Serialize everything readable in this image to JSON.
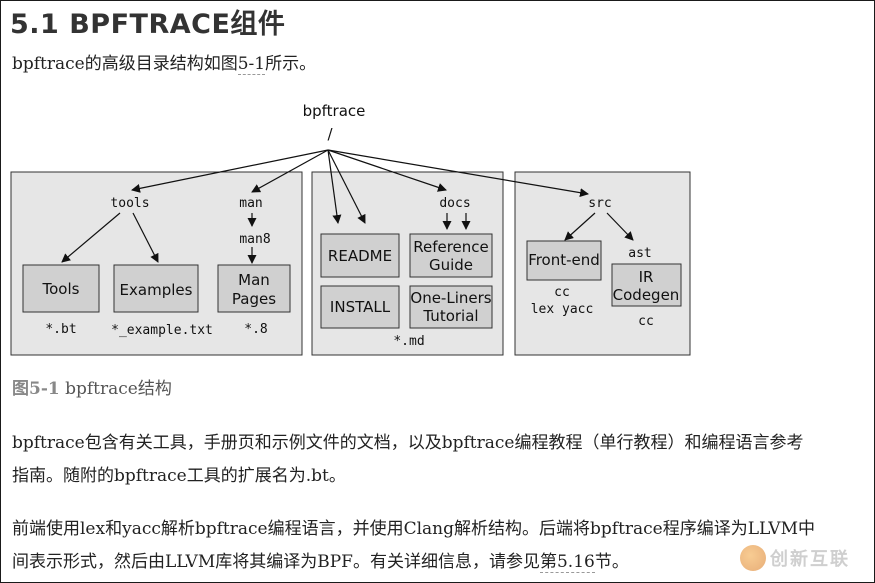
{
  "heading": "5.1 BPFTRACE组件",
  "intro": {
    "before": "bpftrace的高级目录结构如图",
    "ref": "5-1",
    "after": "所示。"
  },
  "diagram": {
    "root": "bpftrace",
    "root_slash": "/",
    "dirs": {
      "tools": "tools",
      "man": "man",
      "man8": "man8",
      "docs": "docs",
      "src": "src",
      "ast": "ast"
    },
    "boxes": {
      "tools": "Tools",
      "examples": "Examples",
      "man_pages_1": "Man",
      "man_pages_2": "Pages",
      "readme": "README",
      "install": "INSTALL",
      "reference_guide_1": "Reference",
      "reference_guide_2": "Guide",
      "one_liners_1": "One-Liners",
      "one_liners_2": "Tutorial",
      "front_end": "Front-end",
      "ir_codegen_1": "IR",
      "ir_codegen_2": "Codegen"
    },
    "file_labels": {
      "bt": "*.bt",
      "example_txt": "*_example.txt",
      "dot8": "*.8",
      "md": "*.md",
      "cc_front": "cc",
      "lex_yacc": "lex yacc",
      "cc_ir": "cc"
    }
  },
  "caption": {
    "num": "图5-1",
    "text": " bpftrace结构"
  },
  "para2": {
    "line1": "bpftrace包含有关工具，手册页和示例文件的文档，以及bpftrace编程教程（单行教程）和编程语言参考",
    "line2": "指南。随附的bpftrace工具的扩展名为.bt。"
  },
  "para3": {
    "line1": "前端使用lex和yacc解析bpftrace编程语言，并使用Clang解析结构。后端将bpftrace程序编译为LLVM中",
    "line2_before": "间表示形式，然后由LLVM库将其编译为BPF。有关详细信息，请参见",
    "line2_ref": "第5.16",
    "line2_after": "节。"
  },
  "watermark": "创新互联",
  "colors": {
    "panel_fill": "#e6e6e6",
    "box_fill": "#d0d0d0",
    "stroke": "#333333"
  }
}
